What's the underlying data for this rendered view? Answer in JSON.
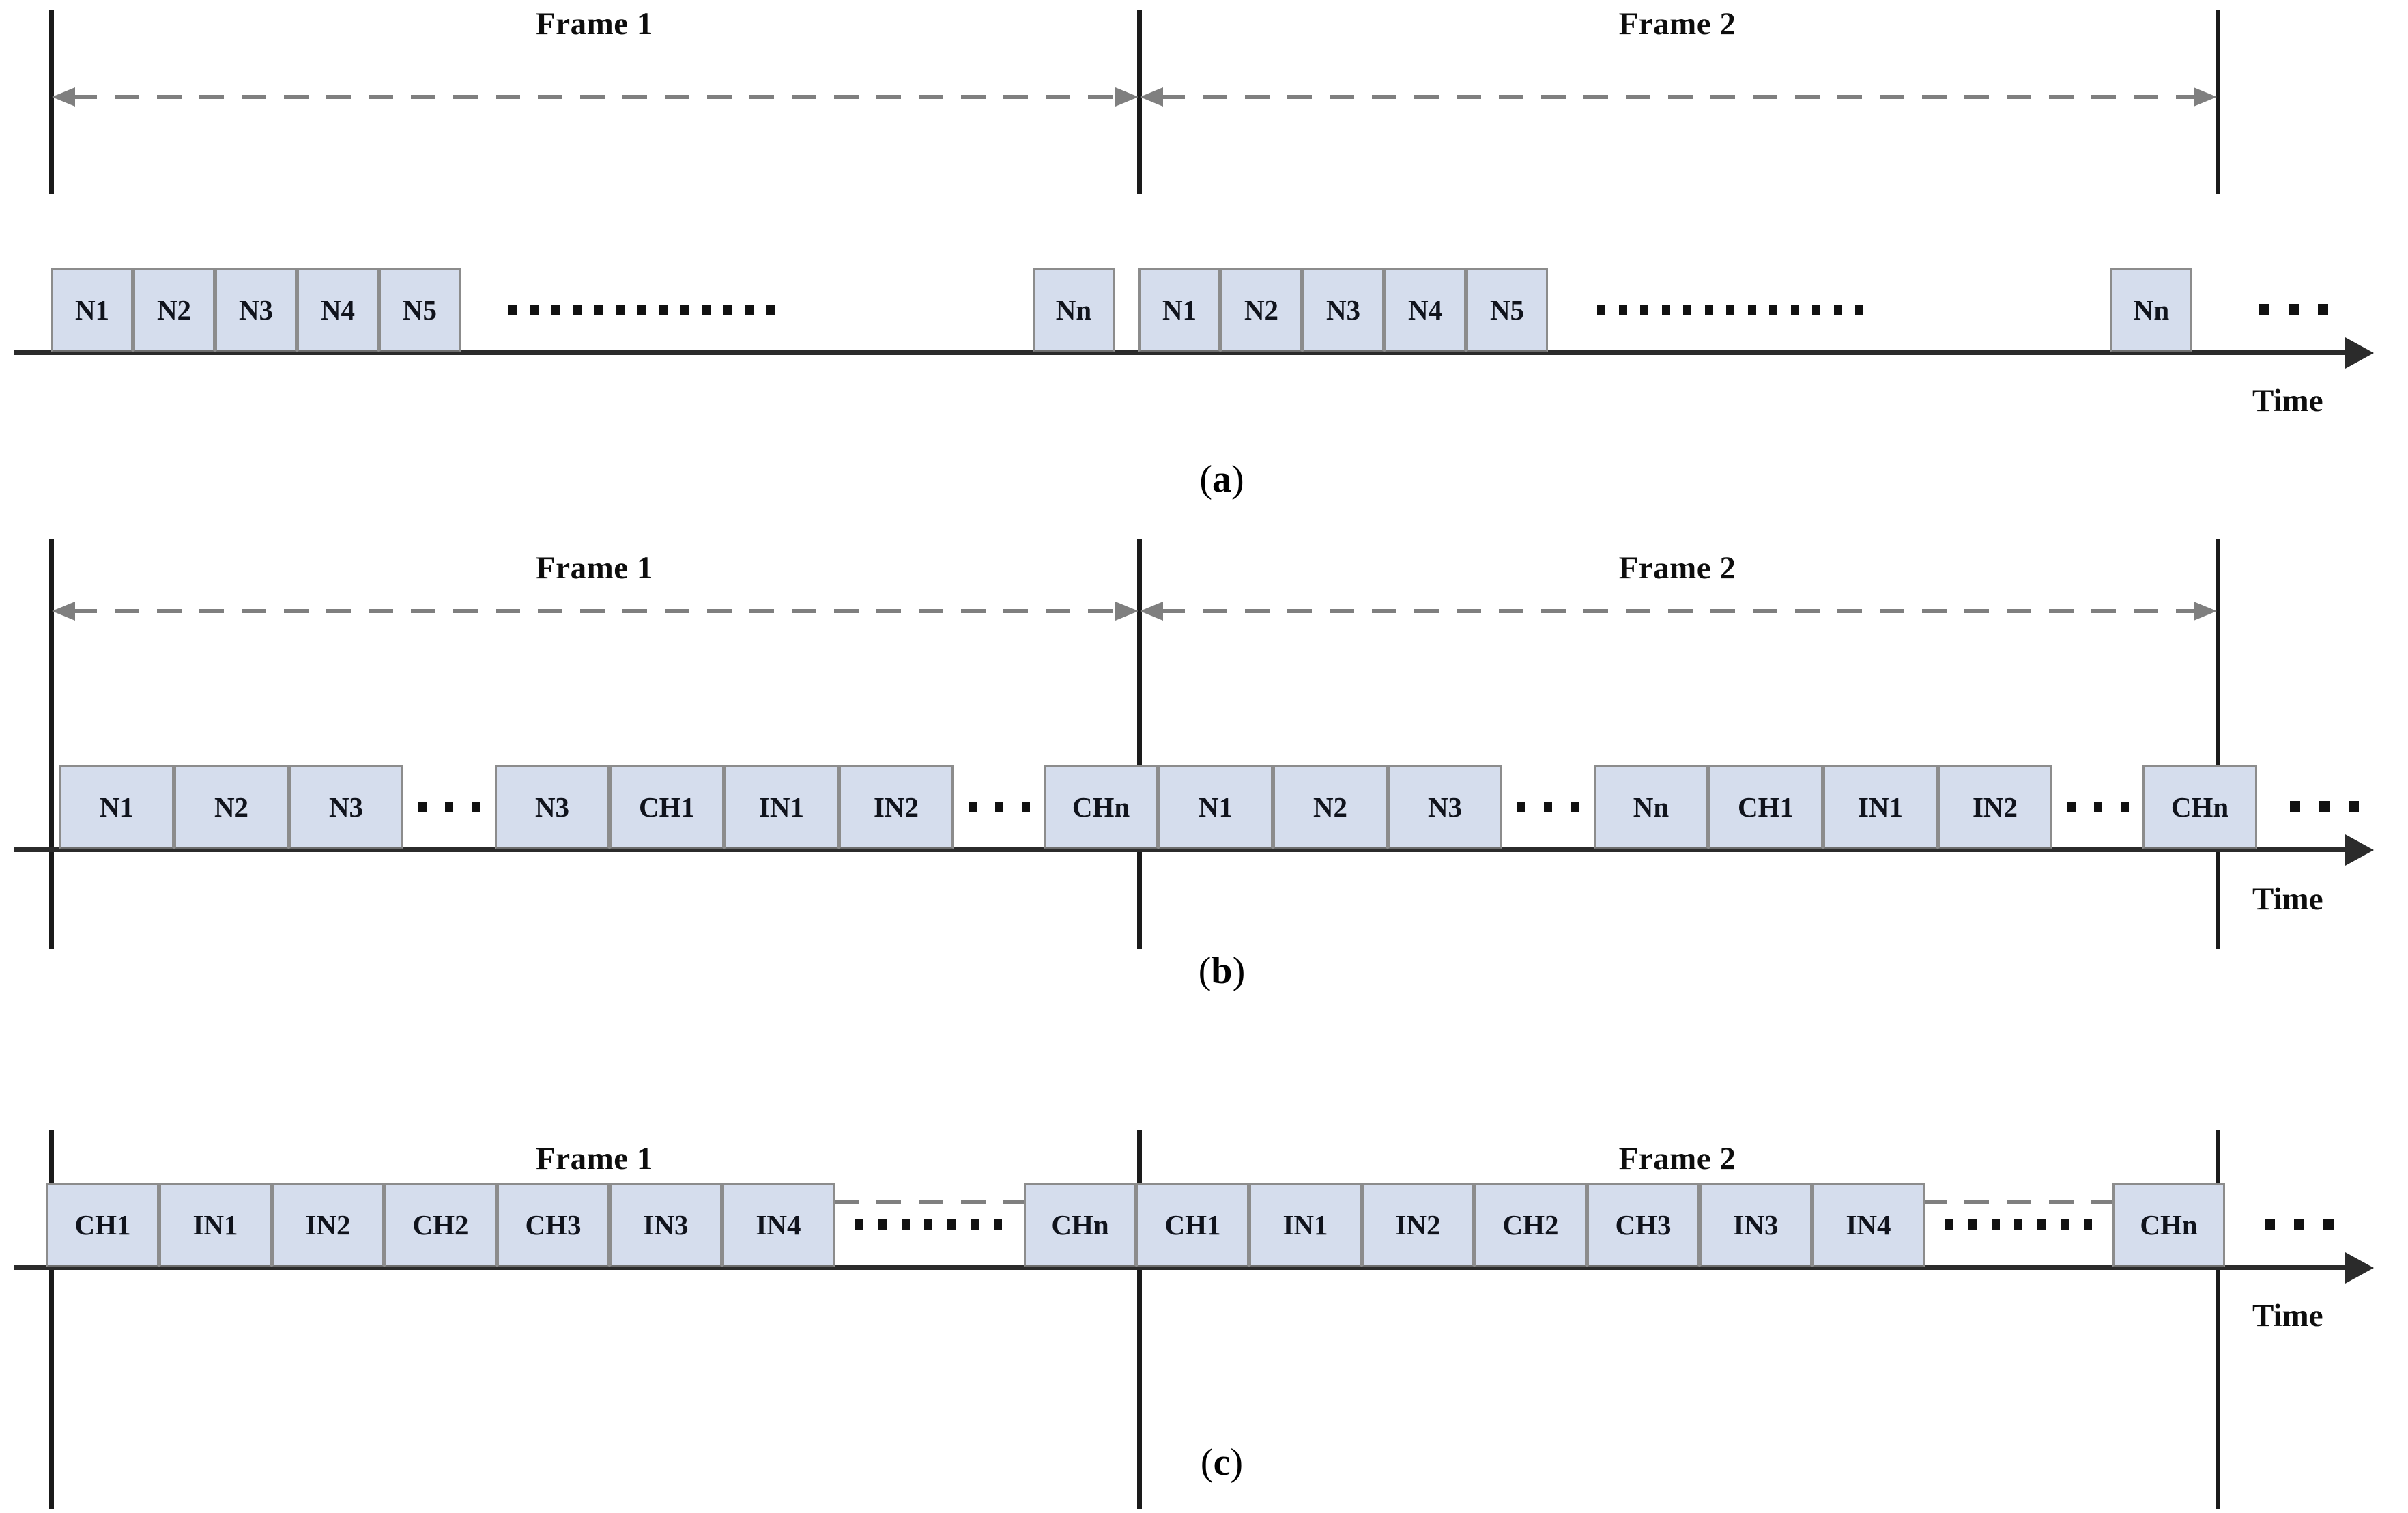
{
  "figure": {
    "time_axis_label": "Time",
    "frame_labels": [
      "Frame 1",
      "Frame 2"
    ],
    "trailing_ellipsis": "...",
    "colors": {
      "slot_fill": "#d5dded",
      "slot_border": "#8c8c8c",
      "axis": "#2b2b2b",
      "span_arrow": "#7f7f7f",
      "text": "#0d0d0d"
    }
  },
  "panels": [
    {
      "id": "a",
      "caption_open": "(",
      "caption_letter": "a",
      "caption_close": ")",
      "frame1_label": "Frame 1",
      "frame2_label": "Frame 2",
      "time_label": "Time",
      "frame1_slots": [
        "N1",
        "N2",
        "N3",
        "N4",
        "N5",
        "Nn"
      ],
      "frame2_slots": [
        "N1",
        "N2",
        "N3",
        "N4",
        "N5",
        "Nn"
      ],
      "gap_dot_count": 13
    },
    {
      "id": "b",
      "caption_open": "(",
      "caption_letter": "b",
      "caption_close": ")",
      "frame1_label": "Frame 1",
      "frame2_label": "Frame 2",
      "time_label": "Time",
      "frame1_slots": [
        "N1",
        "N2",
        "N3",
        "N3",
        "CH1",
        "IN1",
        "IN2",
        "CHn"
      ],
      "frame2_slots": [
        "N1",
        "N2",
        "N3",
        "Nn",
        "CH1",
        "IN1",
        "IN2",
        "CHn"
      ],
      "gap_dot_count": 3
    },
    {
      "id": "c",
      "caption_open": "(",
      "caption_letter": "c",
      "caption_close": ")",
      "frame1_label": "Frame 1",
      "frame2_label": "Frame 2",
      "time_label": "Time",
      "frame1_slots": [
        "CH1",
        "IN1",
        "IN2",
        "CH2",
        "CH3",
        "IN3",
        "IN4",
        "CHn"
      ],
      "frame2_slots": [
        "CH1",
        "IN1",
        "IN2",
        "CH2",
        "CH3",
        "IN3",
        "IN4",
        "CHn"
      ],
      "gap_dot_count": 7
    }
  ],
  "chart_data": {
    "type": "table",
    "title": "TDMA frame slot allocation timelines",
    "rows": [
      {
        "panel": "a",
        "frame_1": [
          "N1",
          "N2",
          "N3",
          "N4",
          "N5",
          "…",
          "Nn"
        ],
        "frame_2": [
          "N1",
          "N2",
          "N3",
          "N4",
          "N5",
          "…",
          "Nn"
        ]
      },
      {
        "panel": "b",
        "frame_1": [
          "N1",
          "N2",
          "N3",
          "…",
          "N3",
          "CH1",
          "IN1",
          "IN2",
          "…",
          "CHn"
        ],
        "frame_2": [
          "N1",
          "N2",
          "N3",
          "…",
          "Nn",
          "CH1",
          "IN1",
          "IN2",
          "…",
          "CHn"
        ]
      },
      {
        "panel": "c",
        "frame_1": [
          "CH1",
          "IN1",
          "IN2",
          "CH2",
          "CH3",
          "IN3",
          "IN4",
          "…",
          "CHn"
        ],
        "frame_2": [
          "CH1",
          "IN1",
          "IN2",
          "CH2",
          "CH3",
          "IN3",
          "IN4",
          "…",
          "CHn"
        ]
      }
    ],
    "xlabel": "Time",
    "ylabel": "",
    "legend": []
  }
}
